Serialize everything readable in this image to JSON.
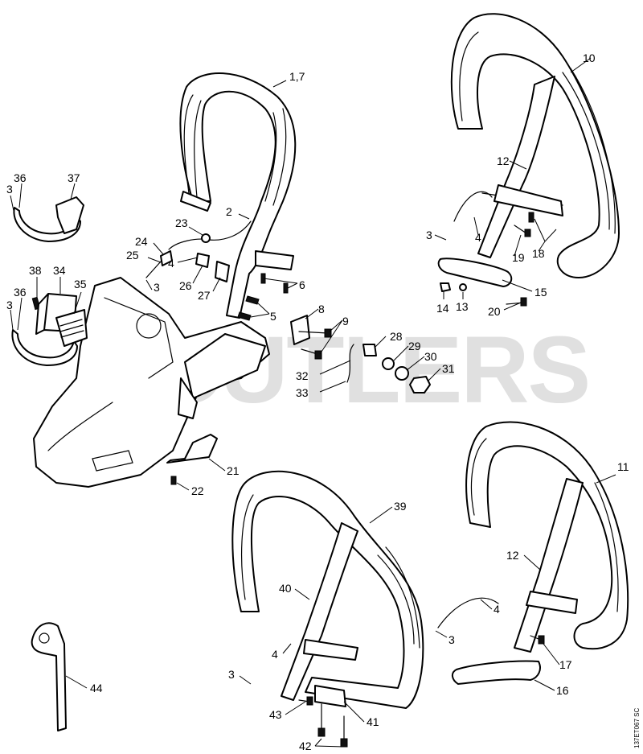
{
  "watermark": "CUTLERS",
  "figure_code": "137ET067 SC",
  "callouts": {
    "c1": "1,7",
    "c2": "2",
    "c3a": "3",
    "c3b": "3",
    "c3c": "3",
    "c3d": "3",
    "c3e": "3",
    "c3f": "3",
    "c4a": "4",
    "c4b": "4",
    "c4c": "4",
    "c4d": "4",
    "c5": "5",
    "c6": "6",
    "c8": "8",
    "c9": "9",
    "c10": "10",
    "c11": "11",
    "c12a": "12",
    "c12b": "12",
    "c13": "13",
    "c14": "14",
    "c15": "15",
    "c16": "16",
    "c17": "17",
    "c18": "18",
    "c19": "19",
    "c20": "20",
    "c21": "21",
    "c22": "22",
    "c23": "23",
    "c24": "24",
    "c25": "25",
    "c26": "26",
    "c27": "27",
    "c28": "28",
    "c29": "29",
    "c30": "30",
    "c31": "31",
    "c32": "32",
    "c33": "33",
    "c34": "34",
    "c35": "35",
    "c36a": "36",
    "c36b": "36",
    "c37": "37",
    "c38": "38",
    "c39": "39",
    "c40": "40",
    "c41": "41",
    "c42": "42",
    "c43": "43",
    "c44": "44"
  }
}
